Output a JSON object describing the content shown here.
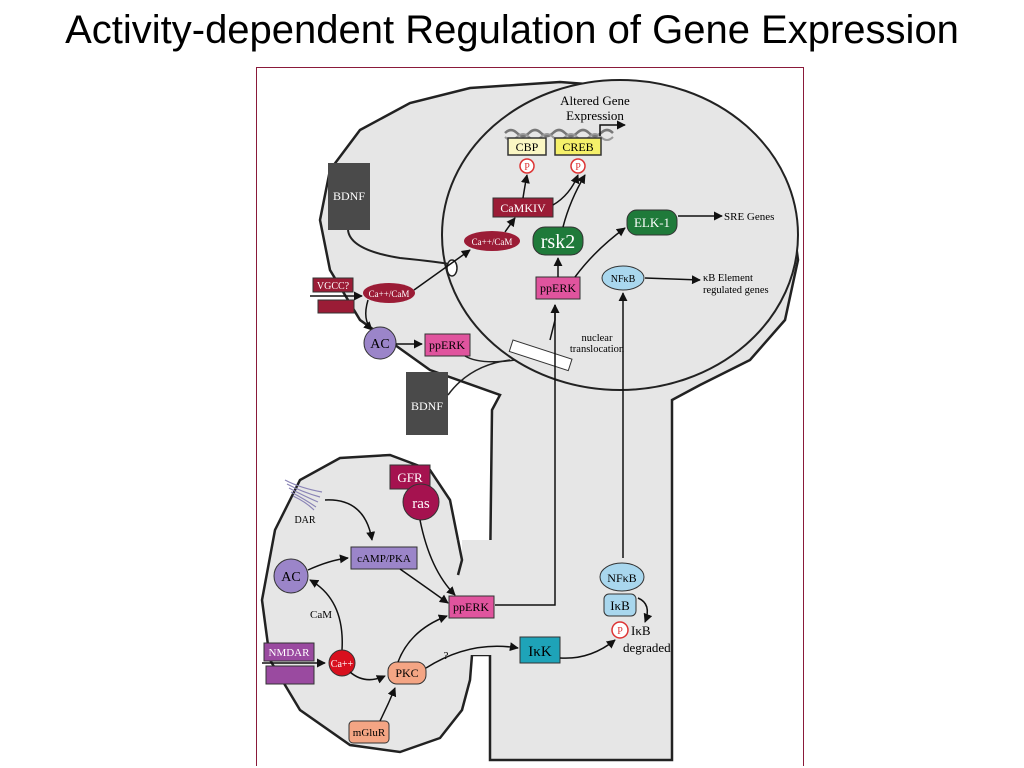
{
  "slide": {
    "title": "Activity-dependent Regulation of Gene Expression"
  },
  "diagram": {
    "altered_gene_line1": "Altered Gene",
    "altered_gene_line2": "Expression",
    "cbp": "CBP",
    "creb": "CREB",
    "p": "P",
    "bdnf": "BDNF",
    "camkiv": "CaMKIV",
    "ca_cam_nuclear": "Ca++/CaM",
    "ca_cam_soma": "Ca++/CaM",
    "rsk2": "rsk2",
    "elk1": "ELK-1",
    "sre_genes": "SRE Genes",
    "nfkb": "NFκB",
    "kb_element_line1": "κB Element",
    "kb_element_line2": "regulated genes",
    "pperk": "ppERK",
    "vgcc": "VGCC?",
    "ac": "AC",
    "nuclear_line1": "nuclear",
    "nuclear_line2": "translocation",
    "gfr": "GFR",
    "ras": "ras",
    "dar": "DAR",
    "camp_pka": "cAMP/PKA",
    "cam": "CaM",
    "nmdar": "NMDAR",
    "ca_plus": "Ca++",
    "pkc": "PKC",
    "mglur": "mGluR",
    "question": "?",
    "ikk": "IκK",
    "ikb": "IκB",
    "ikb_degraded_line1": "IκB",
    "ikb_degraded_line2": "degraded"
  },
  "colors": {
    "cell": "#e6e6e6",
    "outline": "#222222",
    "dark_red": "#9b1c36",
    "pink": "#e0549e",
    "purple": "#9b85c9",
    "dark_green": "#1f7a3a",
    "light_blue": "#a9d7ee",
    "teal": "#1ea3b8",
    "yellow": "#f5f06a",
    "pale_yellow": "#fbf7c4",
    "salmon": "#f4a584",
    "bdnf_gray": "#4a4a4a",
    "ca_red": "#d8101e",
    "nmdar_purple": "#9a4aa0",
    "gfr_magenta": "#a5124f"
  }
}
